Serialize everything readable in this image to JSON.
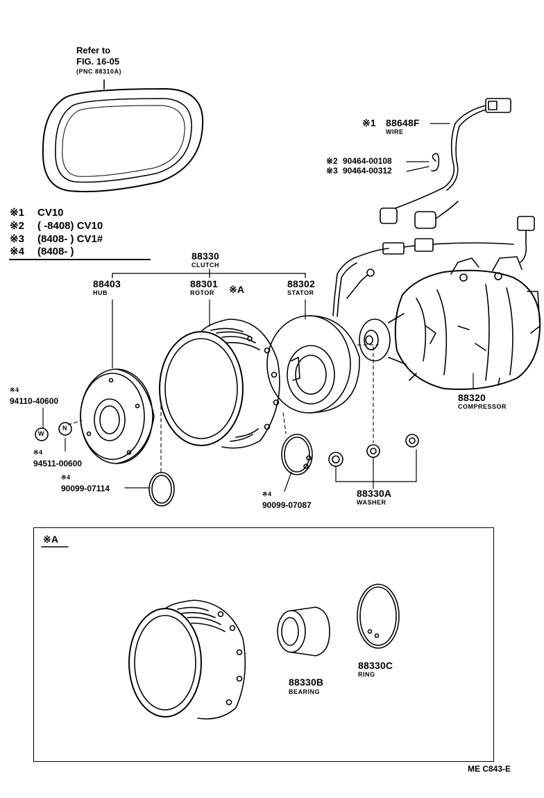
{
  "refer": {
    "line1": "Refer to",
    "line2": "FIG. 16-05",
    "line3": "(PNC 88310A)"
  },
  "conditions": [
    {
      "mark": "※1",
      "text": "CV10"
    },
    {
      "mark": "※2",
      "text": "(        -8408) CV10"
    },
    {
      "mark": "※3",
      "text": "(8408-         ) CV1#"
    },
    {
      "mark": "※4",
      "text": "(8408-         )"
    }
  ],
  "parts": {
    "wire": {
      "mark": "※1",
      "number": "88648F",
      "name": "WIRE"
    },
    "part2": {
      "mark": "※2",
      "number": "90464-00108"
    },
    "part3": {
      "mark": "※3",
      "number": "90464-00312"
    },
    "clutch": {
      "number": "88330",
      "name": "CLUTCH"
    },
    "hub": {
      "number": "88403",
      "name": "HUB"
    },
    "rotor": {
      "number": "88301",
      "name": "ROTOR",
      "mark": "※A"
    },
    "stator": {
      "number": "88302",
      "name": "STATOR"
    },
    "compressor": {
      "number": "88320",
      "name": "COMPRESSOR"
    },
    "bolt": {
      "mark": "※4",
      "number": "94110-40600",
      "symbol": "W"
    },
    "nut": {
      "mark": "※4",
      "number": "94511-00600",
      "symbol": "N"
    },
    "snapring1": {
      "mark": "※4",
      "number": "90099-07114"
    },
    "snapring2": {
      "mark": "※4",
      "number": "90099-07087"
    },
    "washer": {
      "number": "88330A",
      "name": "WASHER"
    },
    "bearing": {
      "number": "88330B",
      "name": "BEARING"
    },
    "ring": {
      "number": "88330C",
      "name": "RING"
    }
  },
  "detail": {
    "title": "※A"
  },
  "footer": {
    "code": "ME  C843-E"
  }
}
